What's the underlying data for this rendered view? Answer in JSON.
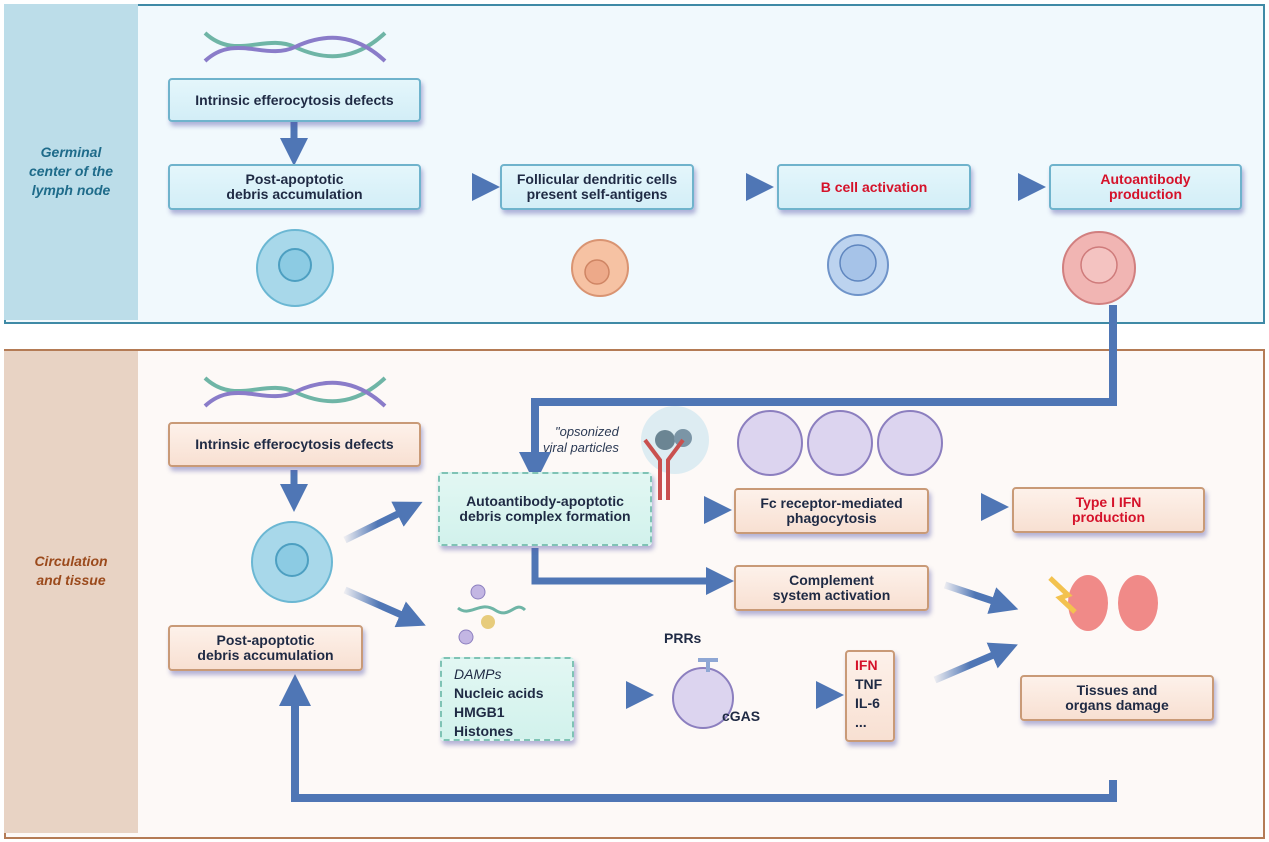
{
  "sections": {
    "germinal": {
      "label": "Germinal\ncenter of the\nlymph node",
      "color": "#1e6b8a"
    },
    "circulation": {
      "label": "Circulation\nand tissue",
      "color": "#9b4a1c"
    }
  },
  "top": {
    "intrinsic": "Intrinsic efferocytosis defects",
    "debris": "Post-apoptotic\ndebris accumulation",
    "fdc": "Follicular dendritic cells\npresent self-antigens",
    "bcell": "B cell activation",
    "autoab": "Autoantibody\nproduction"
  },
  "bottom": {
    "intrinsic": "Intrinsic efferocytosis defects",
    "debris": "Post-apoptotic\ndebris accumulation",
    "complex": "Autoantibody-apoptotic\ndebris complex formation",
    "opsonized": "\"opsonized\nviral particles",
    "fc": "Fc receptor-mediated\nphagocytosis",
    "ifn_prod": "Type I IFN\nproduction",
    "complement": "Complement\nsystem activation",
    "damps_title": "DAMPs",
    "damps": [
      "Nucleic acids",
      "HMGB1",
      "Histones"
    ],
    "prrs": "PRRs",
    "cgas": "cGAS",
    "cytokines": [
      "IFN",
      "TNF",
      "IL-6",
      "..."
    ],
    "damage": "Tissues and\norgans damage"
  },
  "colors": {
    "arrow": "#4f76b5",
    "highlight": "#d5122a"
  }
}
